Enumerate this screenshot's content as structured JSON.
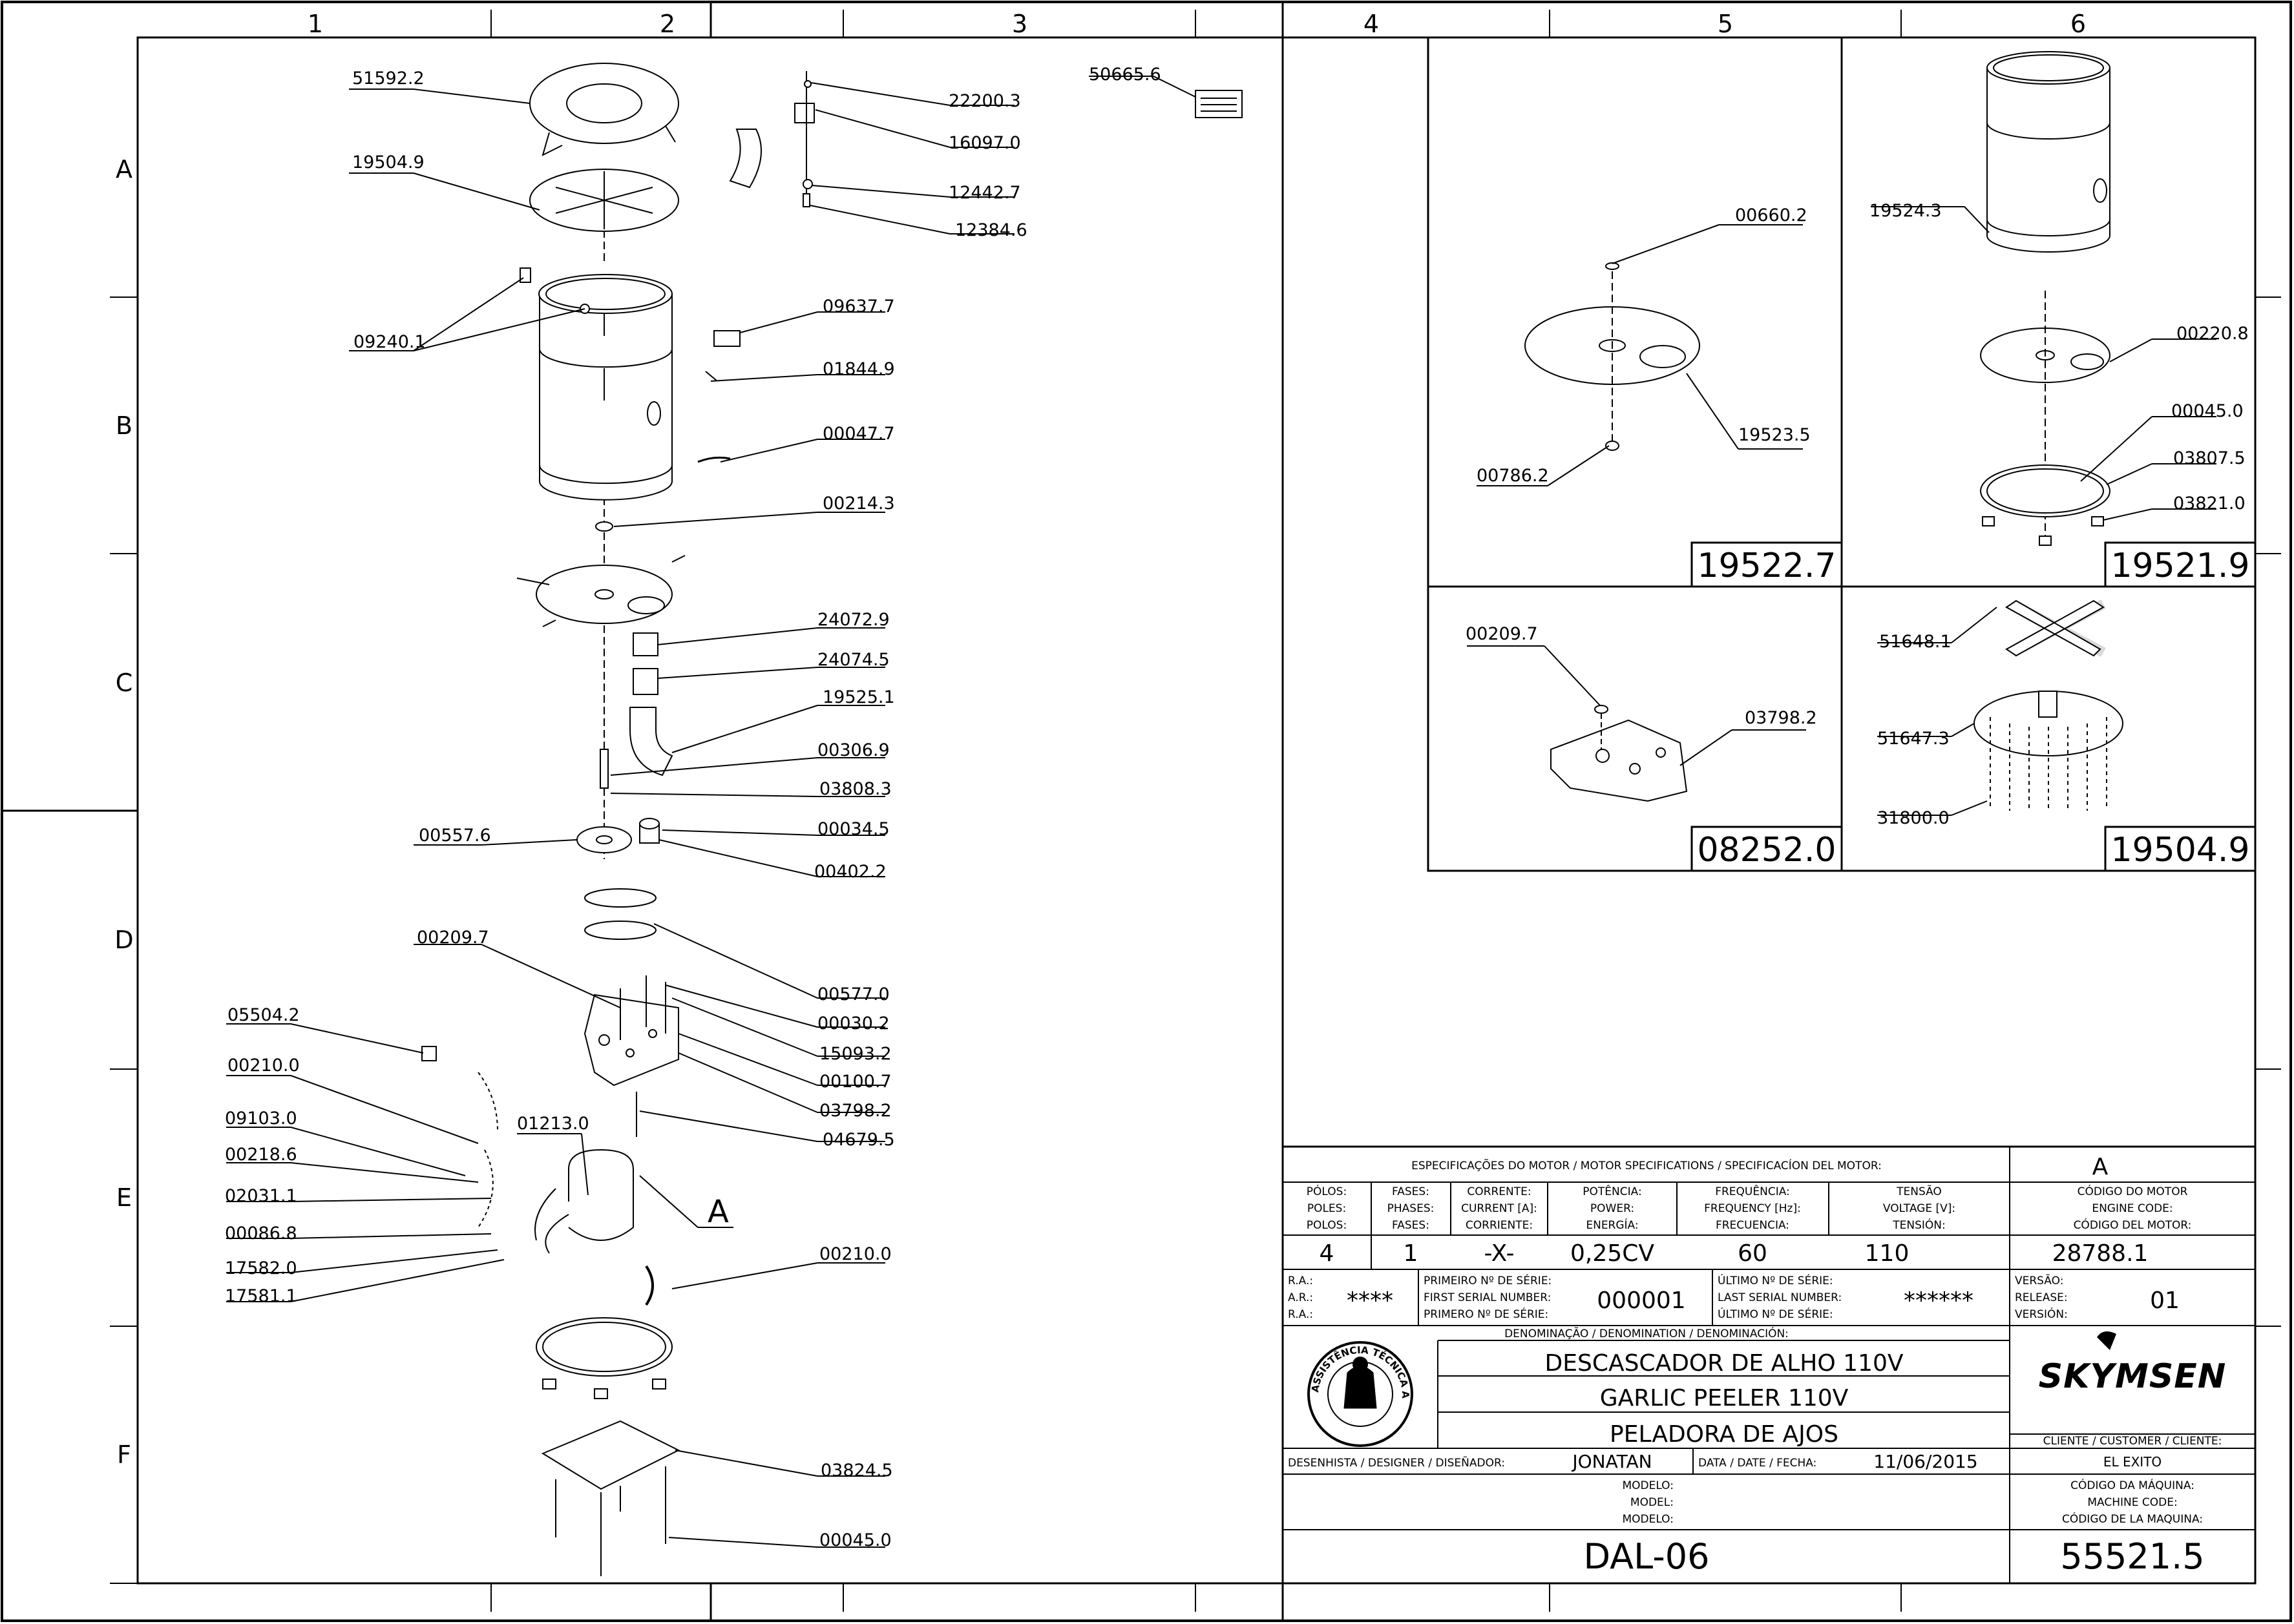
{
  "grid": {
    "columns": [
      "1",
      "2",
      "3",
      "4",
      "5",
      "6"
    ],
    "rows": [
      "A",
      "B",
      "C",
      "D",
      "E",
      "F"
    ]
  },
  "parts": {
    "p51592_2": "51592.2",
    "p19504_9": "19504.9",
    "p09240_1": "09240.1",
    "p22200_3": "22200.3",
    "p16097_0": "16097.0",
    "p12442_7": "12442.7",
    "p12384_6": "12384.6",
    "p50665_6": "50665.6",
    "p09637_7": "09637.7",
    "p01844_9": "01844.9",
    "p00047_7": "00047.7",
    "p00214_3": "00214.3",
    "p24072_9": "24072.9",
    "p24074_5": "24074.5",
    "p19525_1": "19525.1",
    "p00306_9": "00306.9",
    "p03808_3": "03808.3",
    "p00034_5": "00034.5",
    "p00402_2": "00402.2",
    "p00557_6": "00557.6",
    "p00209_7": "00209.7",
    "p00577_0": "00577.0",
    "p00030_2": "00030.2",
    "p15093_2": "15093.2",
    "p00100_7": "00100.7",
    "p03798_2": "03798.2",
    "p04679_5": "04679.5",
    "p05504_2": "05504.2",
    "p00210_0a": "00210.0",
    "p09103_0": "09103.0",
    "p00218_6": "00218.6",
    "p02031_1": "02031.1",
    "p00086_8": "00086.8",
    "p17582_0": "17582.0",
    "p17581_1": "17581.1",
    "p01213_0": "01213.0",
    "marker_a": "A",
    "p00210_0b": "00210.0",
    "p03824_5": "03824.5",
    "p00045_0a": "00045.0"
  },
  "subassemblies": {
    "box1": {
      "number": "19522.7",
      "parts": {
        "a": "00660.2",
        "b": "19523.5",
        "c": "00786.2"
      }
    },
    "box2": {
      "number": "19521.9",
      "parts": {
        "a": "19524.3",
        "b": "00220.8",
        "c": "00045.0",
        "d": "03807.5",
        "e": "03821.0"
      }
    },
    "box3": {
      "number": "08252.0",
      "parts": {
        "a": "00209.7",
        "b": "03798.2"
      }
    },
    "box4": {
      "number": "19504.9",
      "parts": {
        "a": "51648.1",
        "b": "51647.3",
        "c": "31800.0"
      }
    }
  },
  "title_block": {
    "motor_spec_header": "ESPECIFICAÇÕES DO MOTOR / MOTOR SPECIFICATIONS / SPECIFICACÍON DEL MOTOR:",
    "motor_code_tag": "A",
    "columns": {
      "poles": [
        "PÓLOS:",
        "POLES:",
        "POLOS:"
      ],
      "phases": [
        "FASES:",
        "PHASES:",
        "FASES:"
      ],
      "current": [
        "CORRENTE:",
        "CURRENT [A]:",
        "CORRIENTE:"
      ],
      "power": [
        "POTÊNCIA:",
        "POWER:",
        "ENERGÍA:"
      ],
      "frequency": [
        "FREQUÊNCIA:",
        "FREQUENCY [Hz]:",
        "FRECUENCIA:"
      ],
      "voltage": [
        "TENSÃO",
        "VOLTAGE [V]:",
        "TENSIÓN:"
      ],
      "engine_code": [
        "CÓDIGO DO MOTOR",
        "ENGINE CODE:",
        "CÓDIGO DEL MOTOR:"
      ]
    },
    "values": {
      "poles": "4",
      "phases": "1",
      "current": "-X-",
      "power": "0,25CV",
      "frequency": "60",
      "voltage": "110",
      "engine_code": "28788.1"
    },
    "ra_labels": [
      "R.A.:",
      "A.R.:",
      "R.A.:"
    ],
    "ra_value": "****",
    "first_serial_labels": [
      "PRIMEIRO Nº DE SÉRIE:",
      "FIRST SERIAL NUMBER:",
      "PRIMERO Nº DE SÉRIE:"
    ],
    "first_serial": "000001",
    "last_serial_labels": [
      "ÚLTIMO Nº DE SÉRIE:",
      "LAST SERIAL NUMBER:",
      "ÚLTIMO Nº DE SÉRIE:"
    ],
    "last_serial": "******",
    "version_labels": [
      "VERSÃO:",
      "RELEASE:",
      "VERSIÓN:"
    ],
    "version": "01",
    "denomination_header": "DENOMINAÇÃO / DENOMINATION / DENOMINACIÓN:",
    "names": [
      "DESCASCADOR DE ALHO 110V",
      "GARLIC PEELER 110V",
      "PELADORA DE AJOS"
    ],
    "stamp_text": "ASSISTÊNCIA TÉCNICA AUTORIZADA",
    "brand": "SKYMSEN",
    "customer_label": "CLIENTE / CUSTOMER / CLIENTE:",
    "customer": "EL EXITO",
    "designer_label": "DESENHISTA / DESIGNER / DISEÑADOR:",
    "designer": "JONATAN",
    "date_label": "DATA / DATE / FECHA:",
    "date": "11/06/2015",
    "model_labels": [
      "MODELO:",
      "MODEL:",
      "MODELO:"
    ],
    "model": "DAL-06",
    "machine_code_labels": [
      "CÓDIGO DA MÁQUINA:",
      "MACHINE CODE:",
      "CÓDIGO DE LA MAQUINA:"
    ],
    "machine_code": "55521.5"
  }
}
